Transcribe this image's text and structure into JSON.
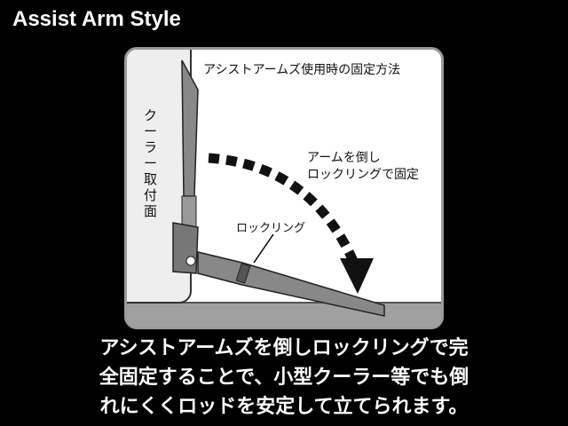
{
  "title": "Assist Arm Style",
  "panel": {
    "title": "アシストアームズ使用時の固定方法",
    "wall_label": "クーラー取付面",
    "note_line1": "アームを倒し",
    "note_line2": "ロックリングで固定",
    "ring_label": "ロックリング"
  },
  "caption": {
    "line1": "アシストアームズを倒しロックリングで完",
    "line2": "全固定することで、小型クーラー等でも倒",
    "line3": "れにくくロッドを安定して立てられます。"
  }
}
